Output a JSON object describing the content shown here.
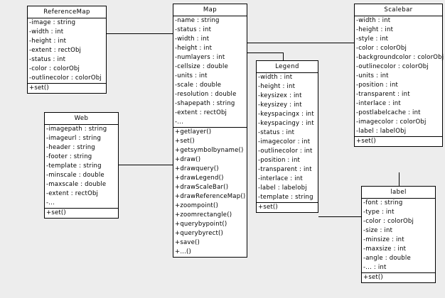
{
  "diagram": {
    "kind": "uml-class-diagram",
    "background_color": "#ededed",
    "box_fill_color": "#ffffff",
    "line_color": "#000000",
    "classes": [
      {
        "id": "referencemap",
        "name": "ReferenceMap",
        "attributes": [
          "-image : string",
          "-width : int",
          "-height : int",
          "-extent : rectObj",
          "-status : int",
          "-color : colorObj",
          "-outlinecolor : colorObj"
        ],
        "methods": [
          "+set()"
        ]
      },
      {
        "id": "map",
        "name": "Map",
        "attributes": [
          "-name : string",
          "-status : int",
          "-width : int",
          "-height : int",
          "-numlayers : int",
          "-cellsize : double",
          "-units : int",
          "-scale : double",
          "-resolution : double",
          "-shapepath : string",
          "-extent : rectObj",
          "-..."
        ],
        "methods": [
          "+getlayer()",
          "+set()",
          "+getsymbolbyname()",
          "+draw()",
          "+drawquery()",
          "+drawLegend()",
          "+drawScaleBar()",
          "+drawReferenceMap()",
          "+zoompoint()",
          "+zoomrectangle()",
          "+querybypoint()",
          "+querybyrect()",
          "+save()",
          "+...()"
        ]
      },
      {
        "id": "scalebar",
        "name": "Scalebar",
        "attributes": [
          "-width : int",
          "-height : int",
          "-style : int",
          "-color : colorObj",
          "-backgroundcolor : colorObj",
          "-outlinecolor : colorObj",
          "-units : int",
          "-position : int",
          "-transparent : int",
          "-interlace : int",
          "-postlabelcache : int",
          "-imagecolor : colorObj",
          "-label : labelObj"
        ],
        "methods": [
          "+set()"
        ]
      },
      {
        "id": "web",
        "name": "Web",
        "attributes": [
          "-imagepath : string",
          "-imageurl : string",
          "-header : string",
          "-footer : string",
          "-template : string",
          "-minscale : double",
          "-maxscale : double",
          "-extent : rectObj",
          "-..."
        ],
        "methods": [
          "+set()"
        ]
      },
      {
        "id": "legend",
        "name": "Legend",
        "attributes": [
          "-width : int",
          "-height : int",
          "-keysizex : int",
          "-keysizey : int",
          "-keyspacingx : int",
          "-keyspacingy : int",
          "-status : int",
          "-imagecolor : int",
          "-outlinecolor : int",
          "-position : int",
          "-transparent : int",
          "-interlace : int",
          "-label : labelobj",
          "-template : string"
        ],
        "methods": [
          "+set()"
        ]
      },
      {
        "id": "label",
        "name": "label",
        "attributes": [
          "-font : string",
          "-type : int",
          "-color : colorObj",
          "-size : int",
          "-minsize : int",
          "-maxsize : int",
          "-angle : double",
          "-... : int"
        ],
        "methods": [
          "+set()"
        ]
      }
    ],
    "connectors": [
      {
        "id": "referencemap-to-map",
        "from": "referencemap",
        "to": "map"
      },
      {
        "id": "web-to-map",
        "from": "web",
        "to": "map"
      },
      {
        "id": "map-to-scalebar",
        "from": "map",
        "to": "scalebar"
      },
      {
        "id": "map-to-legend",
        "from": "map",
        "to": "legend"
      },
      {
        "id": "legend-to-label",
        "from": "legend",
        "to": "label"
      },
      {
        "id": "scalebar-to-label",
        "from": "scalebar",
        "to": "label"
      }
    ]
  }
}
